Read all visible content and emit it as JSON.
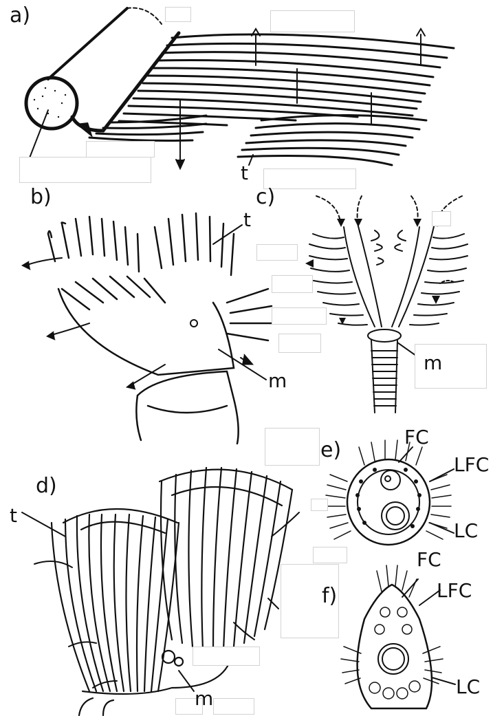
{
  "panels": {
    "a": "a)",
    "b": "b)",
    "c": "c)",
    "d": "d)",
    "e": "e)",
    "f": "f)"
  },
  "labels": {
    "a_t": "t",
    "b_t": "t",
    "b_m": "m",
    "c_m": "m",
    "d_t": "t",
    "d_m": "m",
    "e_fc": "FC",
    "e_lfc": "LFC",
    "e_lc": "LC",
    "f_fc": "FC",
    "f_lfc": "LFC",
    "f_lc": "LC"
  },
  "colors": {
    "ink": "#111111",
    "paper": "#ffffff",
    "mask_border": "#d2d2d2"
  }
}
